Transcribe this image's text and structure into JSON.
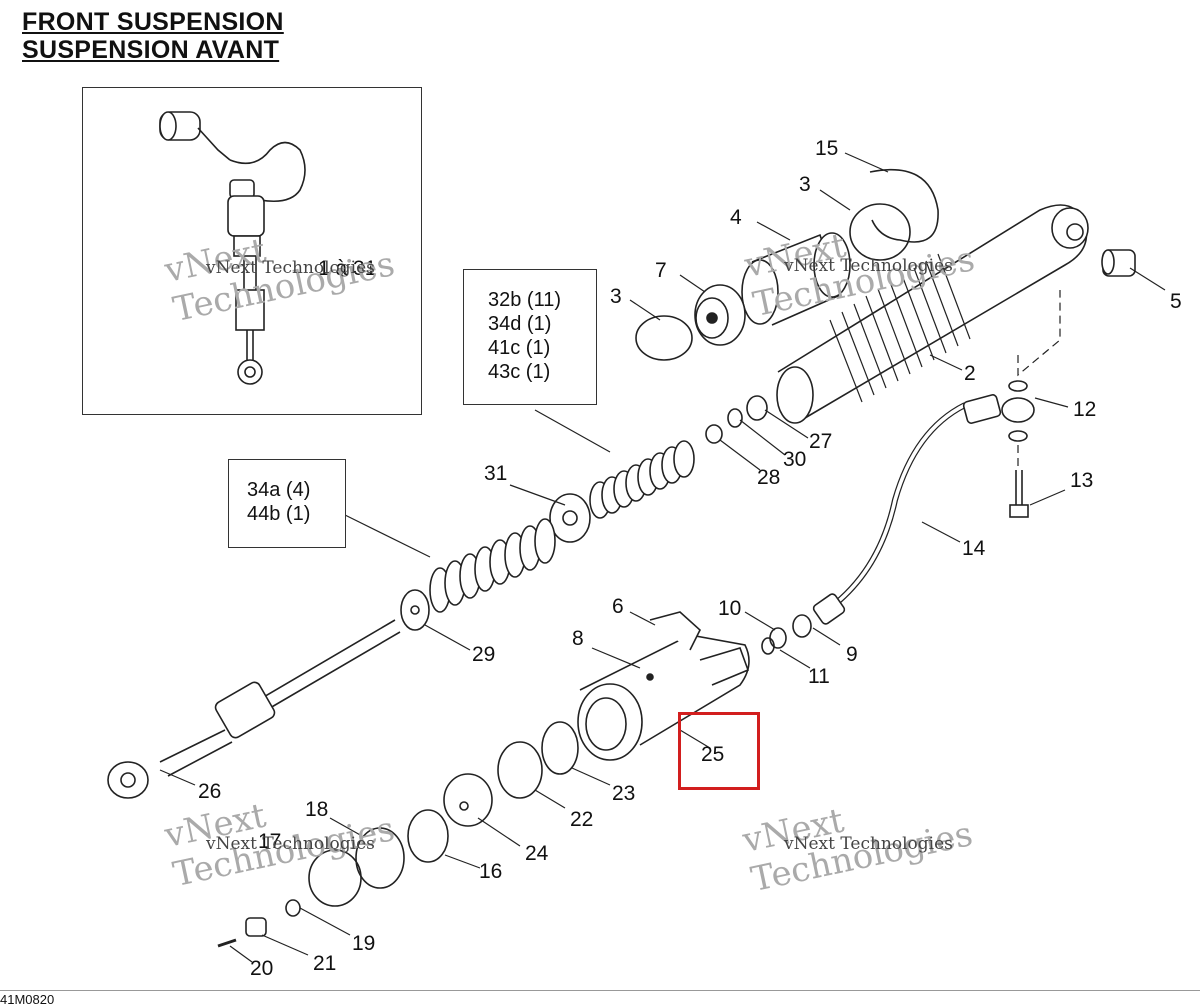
{
  "title": {
    "line1": "FRONT SUSPENSION",
    "line2": "SUSPENSION AVANT"
  },
  "inset": {
    "label": "1 à 31"
  },
  "ref_boxes": {
    "box_a": [
      "32b (11)",
      "34d (1)",
      "41c (1)",
      "43c (1)"
    ],
    "box_b": [
      "34a (4)",
      "44b (1)"
    ]
  },
  "callouts": {
    "c2": "2",
    "c3a": "3",
    "c3b": "3",
    "c4": "4",
    "c5": "5",
    "c6": "6",
    "c7": "7",
    "c8": "8",
    "c9": "9",
    "c10": "10",
    "c11": "11",
    "c12": "12",
    "c13": "13",
    "c14": "14",
    "c15": "15",
    "c16": "16",
    "c17": "17",
    "c18": "18",
    "c19": "19",
    "c20": "20",
    "c21": "21",
    "c22": "22",
    "c23": "23",
    "c24": "24",
    "c25": "25",
    "c26": "26",
    "c27": "27",
    "c28": "28",
    "c29": "29",
    "c30": "30",
    "c31": "31"
  },
  "highlighted_part": "25",
  "highlight_color": "#d21e1e",
  "watermark": {
    "line1": "vNext",
    "line2": "Technologies",
    "small": "vNext Technologies"
  },
  "drawing_code": "41M0820"
}
